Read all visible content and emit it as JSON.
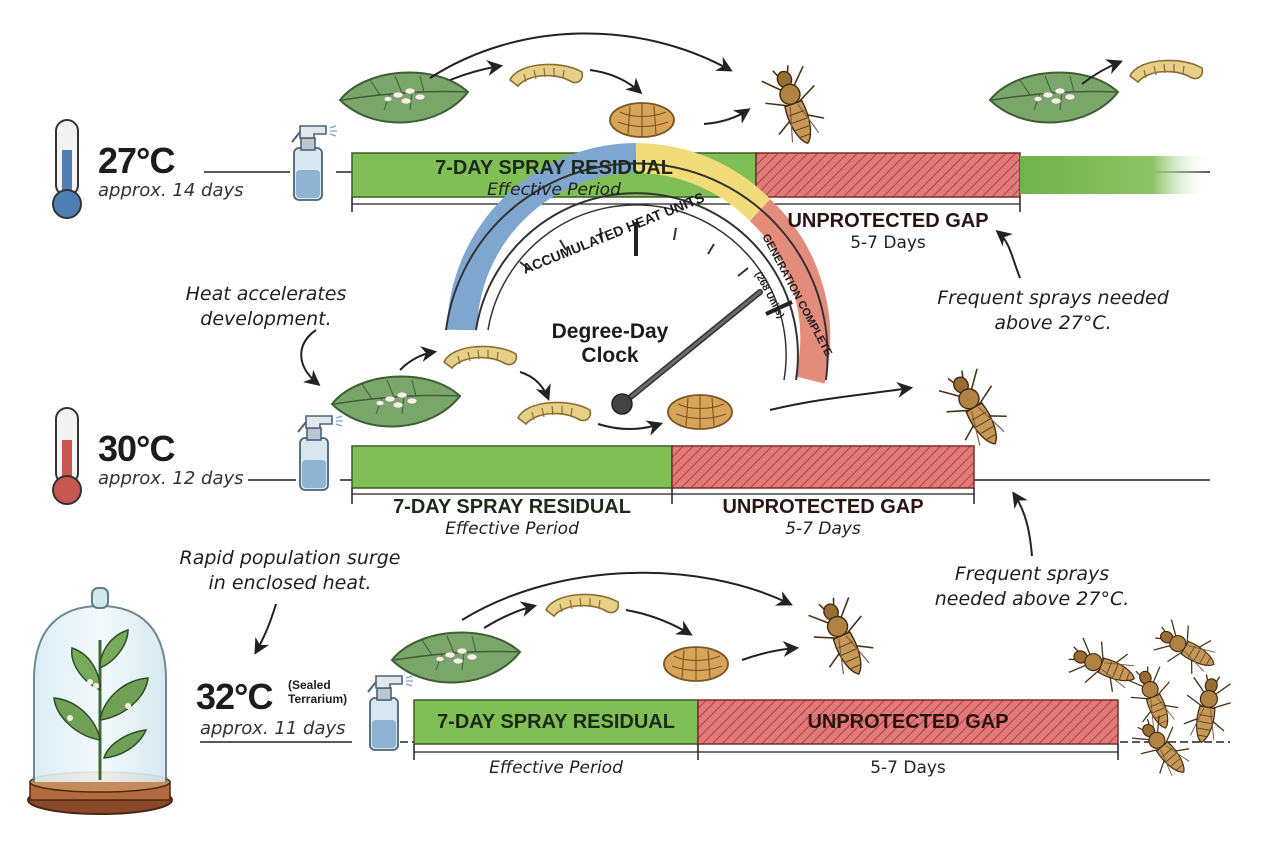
{
  "rows": [
    {
      "temperature": "27°C",
      "duration": "approx. 14 days",
      "residual_label": "7-DAY SPRAY RESIDUAL",
      "residual_sub": "Effective Period",
      "gap_label": "UNPROTECTED GAP",
      "gap_sub": "5-7 Days"
    },
    {
      "temperature": "30°C",
      "duration": "approx. 12 days",
      "residual_label": "7-DAY SPRAY RESIDUAL",
      "residual_sub": "Effective Period",
      "gap_label": "UNPROTECTED GAP",
      "gap_sub": "5-7 Days"
    },
    {
      "temperature": "32°C",
      "temperature_note": "(Sealed Terrarium)",
      "duration": "approx. 11 days",
      "residual_label": "7-DAY SPRAY RESIDUAL",
      "residual_sub": "Effective Period",
      "gap_label": "UNPROTECTED GAP",
      "gap_sub": "5-7 Days"
    }
  ],
  "clock": {
    "title": "Degree-Day Clock",
    "arc_label": "ACCUMULATED HEAT UNITS",
    "complete_label": "GENERATION COMPLETE",
    "complete_units": "(268 Units)"
  },
  "annotations": {
    "heat": "Heat accelerates development.",
    "surge": "Rapid population surge in enclosed heat.",
    "frequent_1": "Frequent sprays needed above 27°C.",
    "frequent_2": "Frequent sprays needed above 27°C."
  },
  "colors": {
    "residual_green": "#7fbf55",
    "gap_red": "#de7070",
    "gauge_blue": "#7fa6cf",
    "gauge_yellow": "#f2dc7a",
    "gauge_red": "#e48c7c"
  }
}
